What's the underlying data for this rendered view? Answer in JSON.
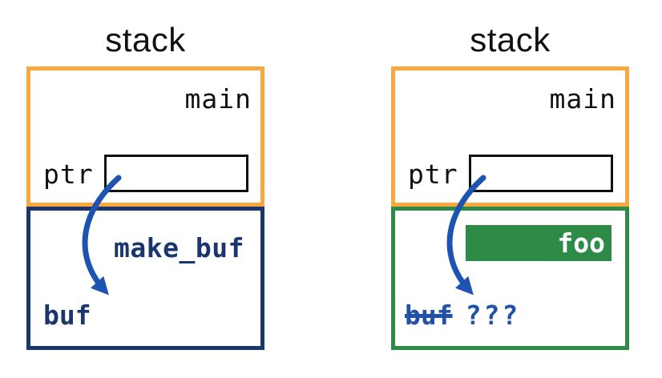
{
  "colors": {
    "main_frame_border": "#F8A83E",
    "make_buf_frame_border": "#1A366D",
    "foo_frame_border": "#2E8B47",
    "foo_bar_fill": "#2E8B47",
    "arrow_blue": "#1D54B2",
    "invalid_text_blue": "#2151A8",
    "text_black": "#111111",
    "foo_text_white": "#FFFFFF"
  },
  "diagrams": {
    "left": {
      "title": "stack",
      "main_frame_label": "main",
      "ptr_label": "ptr",
      "callee_frame_label": "make_buf",
      "buffer_label": "buf"
    },
    "right": {
      "title": "stack",
      "main_frame_label": "main",
      "ptr_label": "ptr",
      "callee_frame_label": "foo",
      "invalid_buffer_label": "buf",
      "unknown_value": "???"
    }
  }
}
